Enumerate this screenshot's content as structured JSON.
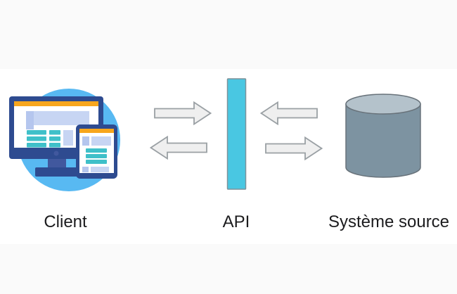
{
  "diagram": {
    "nodes": [
      {
        "id": "client",
        "label": "Client",
        "icon": "client-devices-icon"
      },
      {
        "id": "api",
        "label": "API",
        "icon": "api-gateway-bar-icon"
      },
      {
        "id": "source",
        "label": "Système source",
        "icon": "database-cylinder-icon"
      }
    ],
    "arrows": [
      {
        "from": "client",
        "to": "api",
        "direction": "right"
      },
      {
        "from": "api",
        "to": "client",
        "direction": "left"
      },
      {
        "from": "source",
        "to": "api",
        "direction": "left"
      },
      {
        "from": "api",
        "to": "source",
        "direction": "right"
      }
    ],
    "colors": {
      "band": "#fafafa",
      "circle_blue": "#58b9f2",
      "navy": "#2e4b90",
      "navy_light": "#41589e",
      "orange": "#f7a61d",
      "lavender": "#c7d5f3",
      "lavender_dark": "#b5c6ee",
      "teal": "#3fc0c9",
      "white": "#ffffff",
      "api_cyan": "#49c7e2",
      "api_border": "#7e929a",
      "arrow_fill": "#efefef",
      "arrow_stroke": "#9aa0a4",
      "cylinder_body": "#7d93a1",
      "cylinder_top": "#b4c2cb",
      "cylinder_stroke": "#68727a",
      "label_text": "#1c1c1e"
    }
  }
}
